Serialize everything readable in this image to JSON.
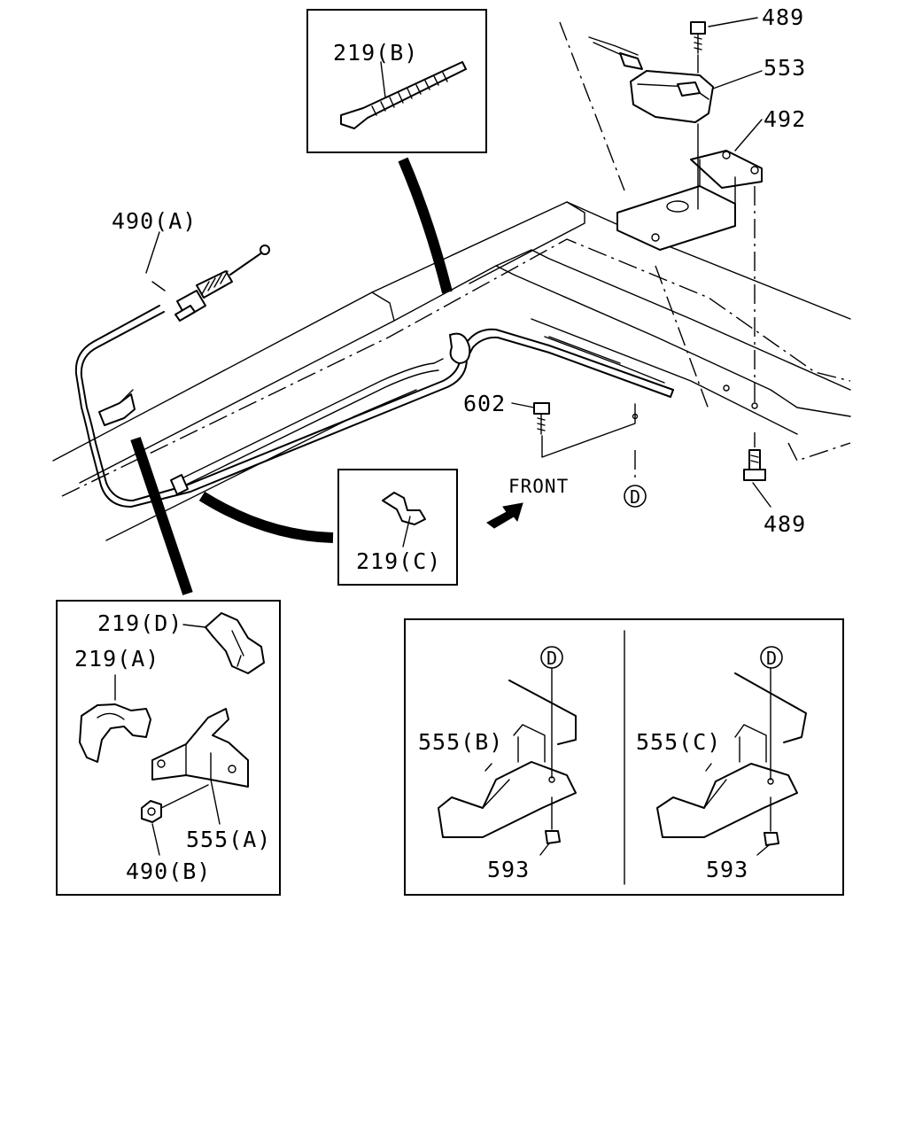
{
  "labels": {
    "p489_top": "489",
    "p553": "553",
    "p492": "492",
    "p489_bottom": "489",
    "p490a": "490(A)",
    "p219b": "219(B)",
    "p602": "602",
    "front": "FRONT",
    "p219c": "219(C)",
    "p219d": "219(D)",
    "p219a": "219(A)",
    "p555a": "555(A)",
    "p490b": "490(B)",
    "p555b": "555(B)",
    "p555c": "555(C)",
    "p593_left": "593",
    "p593_right": "593"
  },
  "refs": {
    "main": "D",
    "inset_b": "D",
    "inset_c": "D"
  },
  "icons": {
    "front_arrow": "front-arrow-icon"
  }
}
